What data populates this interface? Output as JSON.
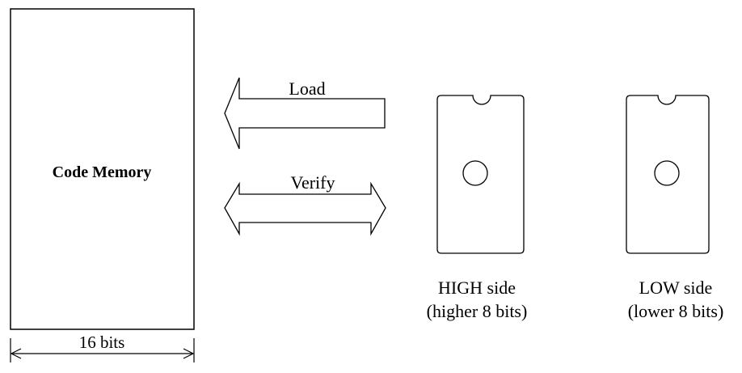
{
  "memory": {
    "label": "Code Memory",
    "width_label": "16 bits"
  },
  "arrows": {
    "load_label": "Load",
    "verify_label": "Verify"
  },
  "chips": [
    {
      "name": "HIGH side",
      "detail": "(higher 8 bits)"
    },
    {
      "name": "LOW side",
      "detail": "(lower 8 bits)"
    }
  ],
  "colors": {
    "stroke": "#000000",
    "background": "#ffffff"
  }
}
